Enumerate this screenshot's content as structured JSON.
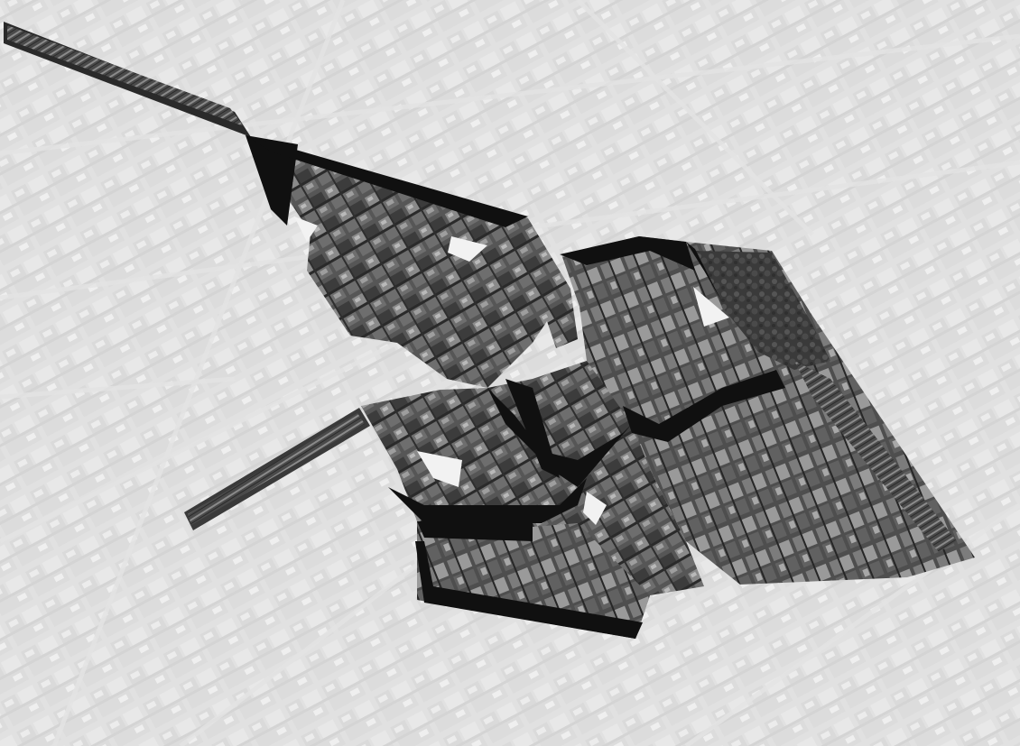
{
  "map": {
    "kind": "aerial-photo-mask",
    "background_tone": "#d4d4d4",
    "highlight_tone": "#5f5f5f",
    "road_tone": "#101010",
    "area_count": 4,
    "corridor_count": 2
  }
}
